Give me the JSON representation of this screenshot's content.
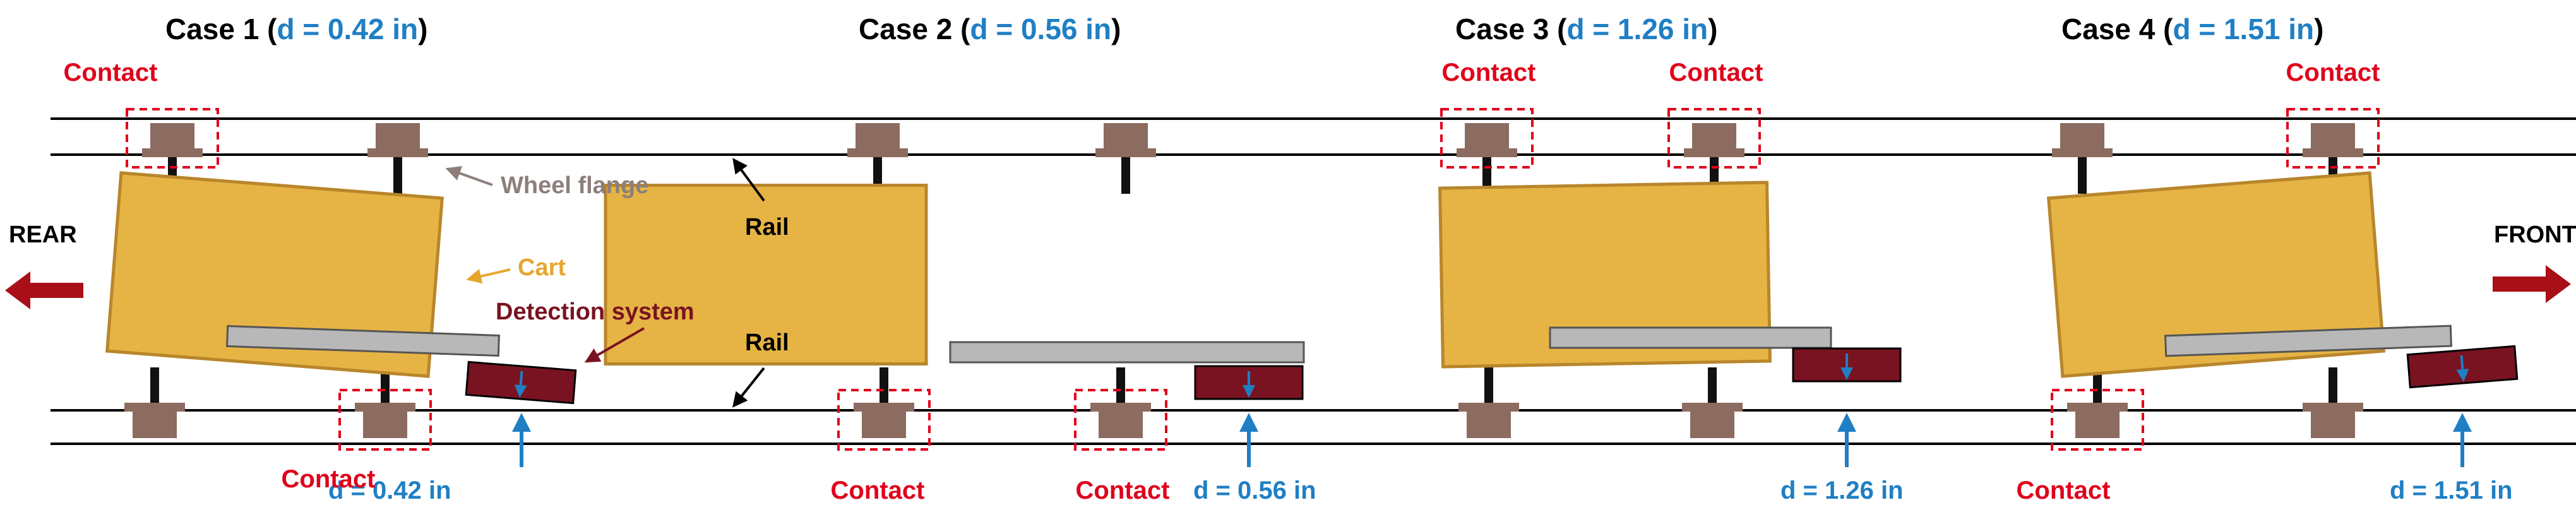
{
  "colors": {
    "cart": "#e6b444",
    "cart_border": "#b8862b",
    "wheel": "#8c6b60",
    "axle": "#111111",
    "bar": "#b8b8b8",
    "detector": "#7a1321",
    "contact_box": "#e0001b",
    "distance": "#1f7fc4",
    "arrow": "#a80f17",
    "flange_label": "#8c7f7b",
    "cart_label": "#e6a62e",
    "rail": "#000000"
  },
  "labels": {
    "rear": "REAR",
    "front": "FRONT",
    "rail_upper": "Rail",
    "rail_lower": "Rail",
    "wheel_flange": "Wheel flange",
    "cart": "Cart",
    "detection_system": "Detection system",
    "contact": "Contact"
  },
  "cases": [
    {
      "title": "Case 1 (",
      "d_text": "d = 0.42 in",
      "close": ")",
      "distance_label": "d = 0.42 in",
      "d_in": 0.42
    },
    {
      "title": "Case 2 (",
      "d_text": "d = 0.56 in",
      "close": ")",
      "distance_label": "d = 0.56 in",
      "d_in": 0.56
    },
    {
      "title": "Case 3 (",
      "d_text": "d = 1.26 in",
      "close": ")",
      "distance_label": "d = 1.26 in",
      "d_in": 1.26
    },
    {
      "title": "Case 4 (",
      "d_text": "d = 1.51 in",
      "close": ")",
      "distance_label": "d = 1.51 in",
      "d_in": 1.51
    }
  ]
}
